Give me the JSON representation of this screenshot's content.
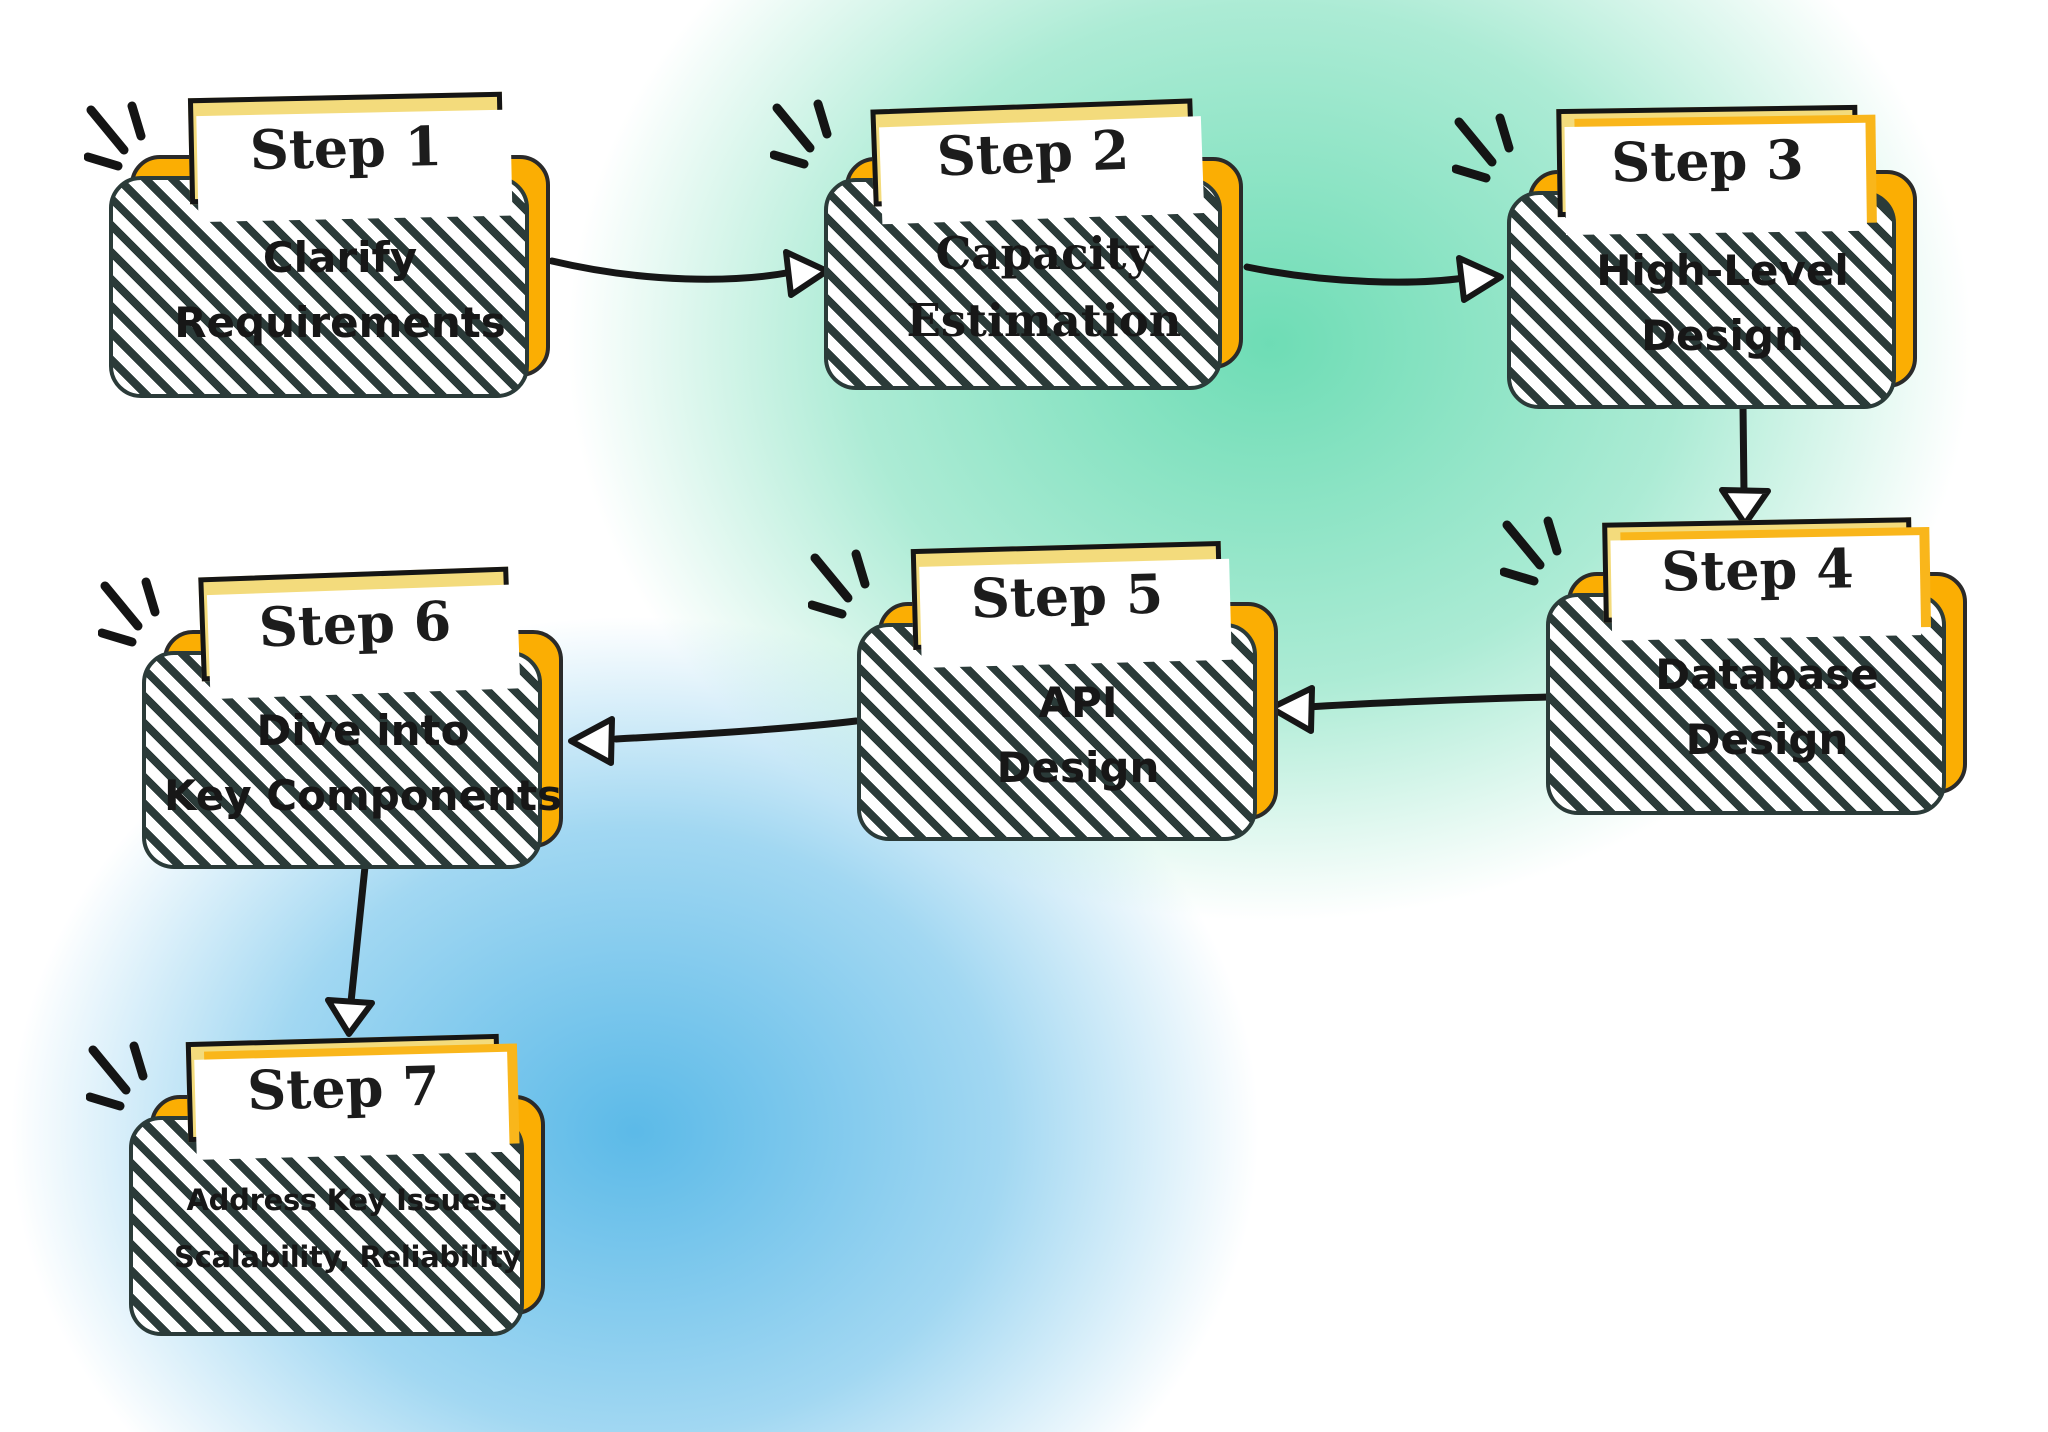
{
  "steps": [
    {
      "label": "Step 1",
      "lines": [
        "Clarify",
        "Requirements"
      ]
    },
    {
      "label": "Step 2",
      "lines": [
        "Capacity",
        "Estimation"
      ]
    },
    {
      "label": "Step 3",
      "lines": [
        "High-Level",
        "Design"
      ]
    },
    {
      "label": "Step 4",
      "lines": [
        "Database",
        "Design"
      ]
    },
    {
      "label": "Step 5",
      "lines": [
        "API",
        "Design"
      ]
    },
    {
      "label": "Step 6",
      "lines": [
        "Dive into",
        "Key Components"
      ]
    },
    {
      "label": "Step 7",
      "lines": [
        "Address Key Issues:",
        "Scalability, Reliability"
      ]
    }
  ],
  "arrows": [
    {
      "from": "Step 1",
      "to": "Step 2"
    },
    {
      "from": "Step 2",
      "to": "Step 3"
    },
    {
      "from": "Step 3",
      "to": "Step 4"
    },
    {
      "from": "Step 4",
      "to": "Step 5"
    },
    {
      "from": "Step 5",
      "to": "Step 6"
    },
    {
      "from": "Step 6",
      "to": "Step 7"
    }
  ],
  "colors": {
    "box": "#FBAE03",
    "label": "#F3DB7C",
    "stripe": "#2B3B39",
    "ink": "#171717",
    "bg_green": "#68DBB2",
    "bg_blue": "#55B7E7"
  }
}
